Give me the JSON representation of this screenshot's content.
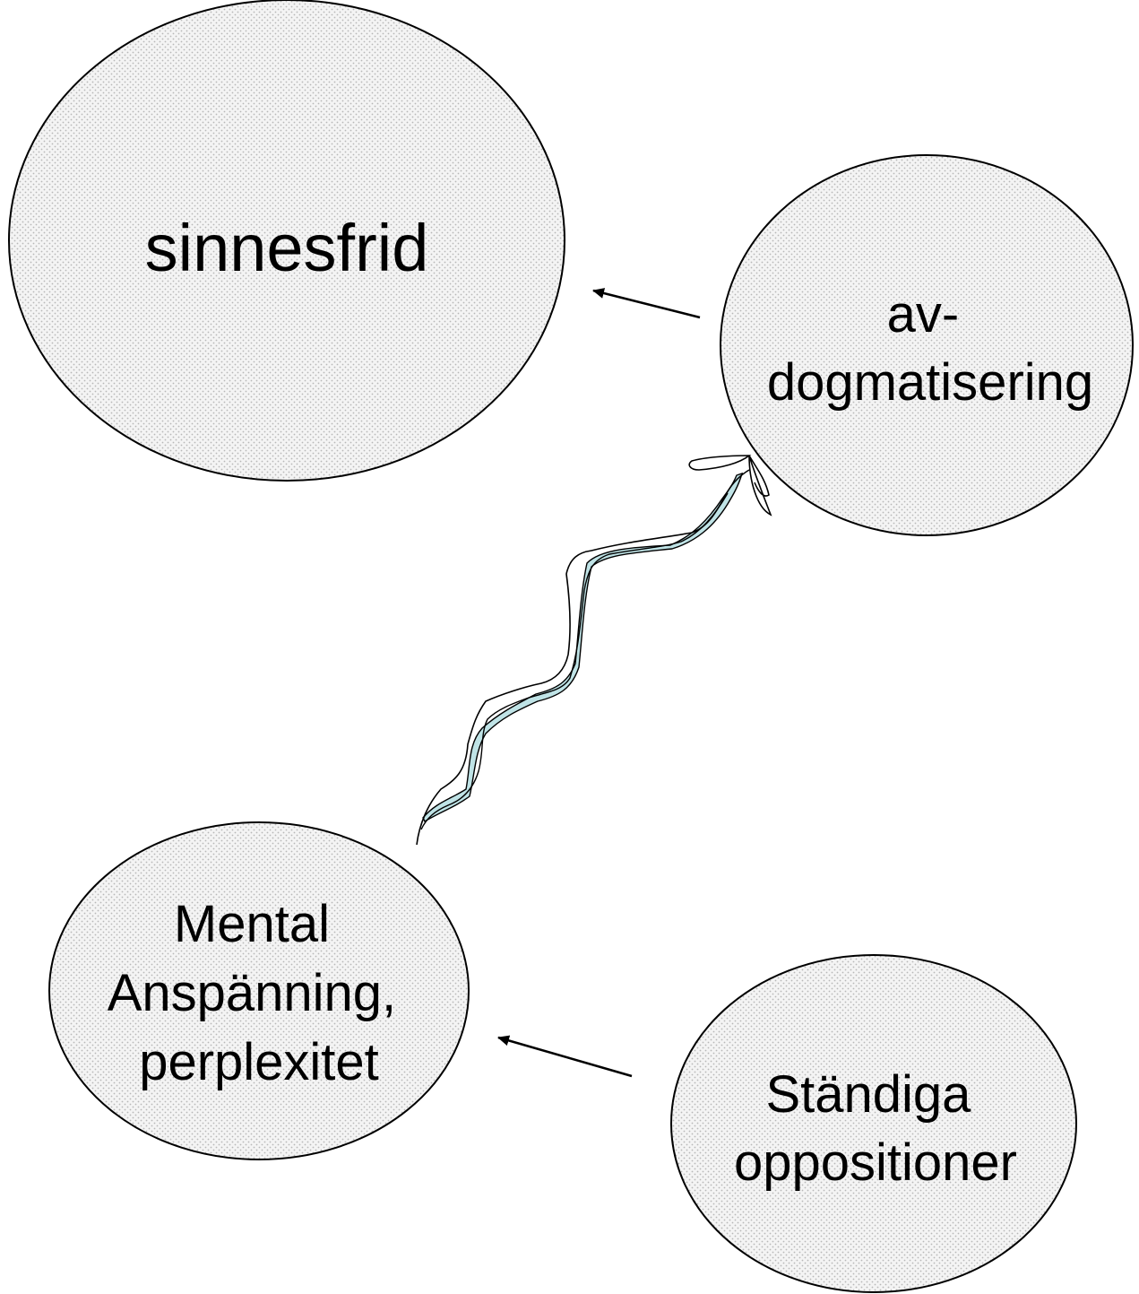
{
  "diagram": {
    "nodes": {
      "peace": {
        "lines": [
          "sinnesfrid"
        ]
      },
      "dedogmatization": {
        "lines": [
          "av-",
          "dogmatisering"
        ]
      },
      "tension": {
        "lines": [
          "Mental",
          "Anspänning,",
          "perplexitet"
        ]
      },
      "oppositions": {
        "lines": [
          "Ständiga",
          "oppositioner"
        ]
      }
    },
    "edges": [
      {
        "from": "dedogmatization",
        "to": "peace",
        "style": "straight-arrow"
      },
      {
        "from": "oppositions",
        "to": "tension",
        "style": "straight-arrow"
      },
      {
        "from": "tension",
        "to": "dedogmatization",
        "style": "twisted-ribbon-arrow"
      }
    ],
    "colors": {
      "node_fill": "#f4f4f4",
      "node_dots": "#b8b8b8",
      "outline": "#000000",
      "ribbon_fill": "#bfe3e6"
    }
  }
}
